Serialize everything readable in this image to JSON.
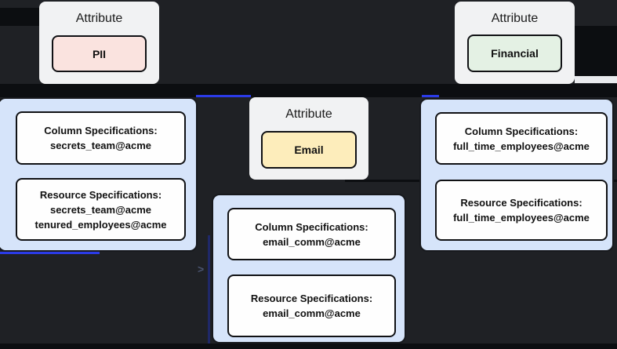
{
  "colors": {
    "page_background": "#1F2125",
    "band_black": "#0C0E11",
    "attribute_card_bg": "#F1F2F3",
    "pii_fill": "#FAE3DF",
    "financial_fill": "#E4F1E4",
    "email_fill": "#FDEDBB",
    "panel_fill": "#D6E4FA",
    "spec_box_fill": "#FEFEFE",
    "edge_blue": "#2B3BE8",
    "light_strip": "#E9EBEE"
  },
  "attribute_cards": [
    {
      "id": "pii",
      "title": "Attribute",
      "label": "PII",
      "fill": "#FAE3DF"
    },
    {
      "id": "financial",
      "title": "Attribute",
      "label": "Financial",
      "fill": "#E4F1E4"
    },
    {
      "id": "email",
      "title": "Attribute",
      "label": "Email",
      "fill": "#FDEDBB"
    }
  ],
  "spec_panels": [
    {
      "id": "secrets-team",
      "column_lines": [
        "Column Specifications:",
        "secrets_team@acme"
      ],
      "resource_lines": [
        "Resource Specifications:",
        "secrets_team@acme",
        "tenured_employees@acme"
      ]
    },
    {
      "id": "email-comm",
      "column_lines": [
        "Column Specifications:",
        "email_comm@acme"
      ],
      "resource_lines": [
        "Resource Specifications:",
        "email_comm@acme"
      ]
    },
    {
      "id": "full-time-employees",
      "column_lines": [
        "Column Specifications:",
        "full_time_employees@acme"
      ],
      "resource_lines": [
        "Resource Specifications:",
        "full_time_employees@acme"
      ]
    }
  ],
  "connector": {
    "chevron": ">"
  }
}
